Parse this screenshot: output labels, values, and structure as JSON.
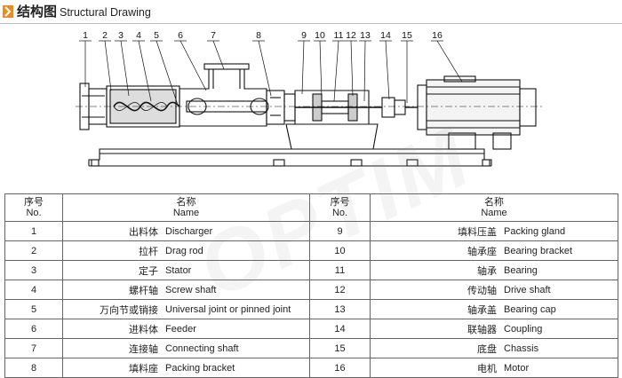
{
  "header": {
    "title_cn": "结构图",
    "title_en": "Structural Drawing",
    "accent": "#f08a1c"
  },
  "drawing": {
    "part_labels": [
      "1",
      "2",
      "3",
      "4",
      "5",
      "6",
      "7",
      "8",
      "9",
      "10",
      "11",
      "12",
      "13",
      "14",
      "15",
      "16"
    ]
  },
  "watermark": "OPTIM",
  "table": {
    "col_num_cn": "序号",
    "col_num_en": "No.",
    "col_name_cn": "名称",
    "col_name_en": "Name",
    "rows": [
      {
        "l_no": "1",
        "l_cn": "出料体",
        "l_en": "Discharger",
        "r_no": "9",
        "r_cn": "填料压盖",
        "r_en": "Packing gland"
      },
      {
        "l_no": "2",
        "l_cn": "拉杆",
        "l_en": "Drag rod",
        "r_no": "10",
        "r_cn": "轴承座",
        "r_en": "Bearing bracket"
      },
      {
        "l_no": "3",
        "l_cn": "定子",
        "l_en": "Stator",
        "r_no": "11",
        "r_cn": "轴承",
        "r_en": "Bearing"
      },
      {
        "l_no": "4",
        "l_cn": "螺杆轴",
        "l_en": "Screw shaft",
        "r_no": "12",
        "r_cn": "传动轴",
        "r_en": "Drive shaft"
      },
      {
        "l_no": "5",
        "l_cn": "万向节或销接",
        "l_en": "Universal joint or pinned joint",
        "r_no": "13",
        "r_cn": "轴承盖",
        "r_en": "Bearing cap"
      },
      {
        "l_no": "6",
        "l_cn": "进料体",
        "l_en": "Feeder",
        "r_no": "14",
        "r_cn": "联轴器",
        "r_en": "Coupling"
      },
      {
        "l_no": "7",
        "l_cn": "连接轴",
        "l_en": "Connecting shaft",
        "r_no": "15",
        "r_cn": "底盘",
        "r_en": "Chassis"
      },
      {
        "l_no": "8",
        "l_cn": "填料座",
        "l_en": "Packing bracket",
        "r_no": "16",
        "r_cn": "电机",
        "r_en": "Motor"
      }
    ]
  }
}
